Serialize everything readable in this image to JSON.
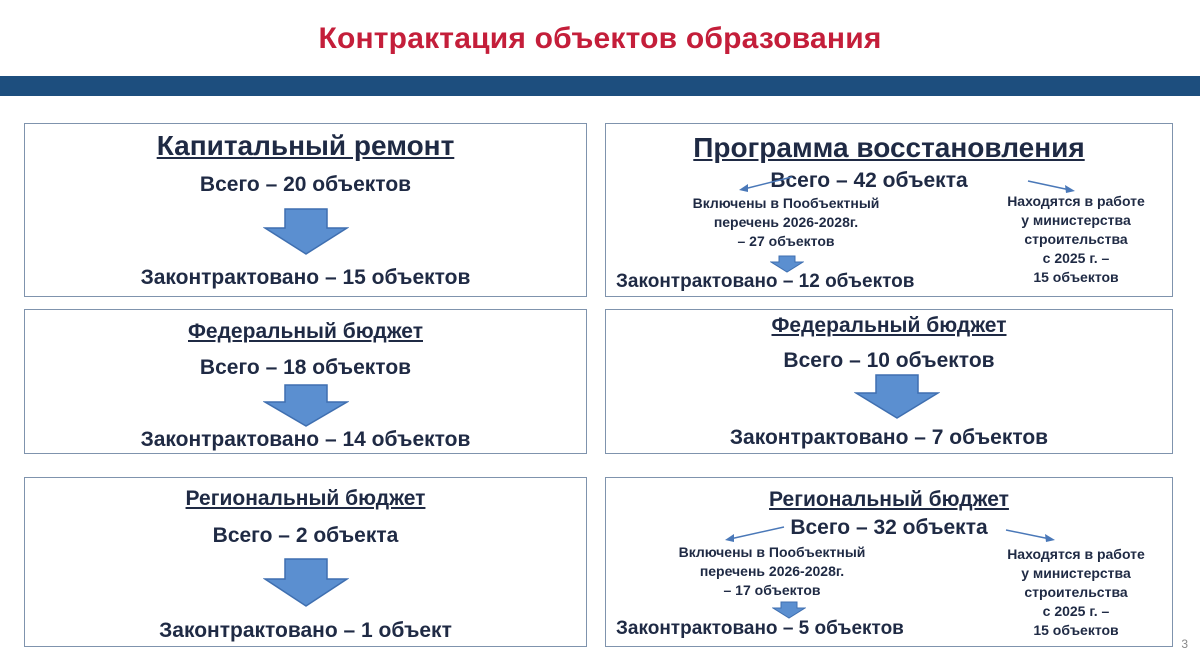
{
  "title": "Контрактация объектов образования",
  "left": {
    "box1": {
      "heading": "Капитальный ремонт",
      "total": "Всего – 20 объектов",
      "contracted": "Законтрактовано – 15 объектов"
    },
    "box2": {
      "heading": "Федеральный бюджет",
      "total": "Всего – 18 объектов",
      "contracted": "Законтрактовано – 14 объектов"
    },
    "box3": {
      "heading": "Региональный бюджет",
      "total": "Всего – 2 объекта",
      "contracted": "Законтрактовано – 1 объект"
    }
  },
  "right": {
    "box1": {
      "heading": "Программа восстановления",
      "total": "Всего – 42 объекта",
      "included_lines": [
        "Включены в Пообъектный",
        "перечень 2026-2028г.",
        "– 27 объектов"
      ],
      "ministry_lines": [
        "Находятся в работе",
        "у министерства",
        "строительства",
        "с 2025 г. –",
        "15 объектов"
      ],
      "contracted": "Законтрактовано – 12 объектов"
    },
    "box2": {
      "heading": "Федеральный бюджет",
      "total": "Всего – 10 объектов",
      "contracted": "Законтрактовано – 7 объектов"
    },
    "box3": {
      "heading": "Региональный бюджет",
      "total": "Всего – 32 объекта",
      "included_lines": [
        "Включены в Пообъектный",
        "перечень 2026-2028г.",
        "– 17 объектов"
      ],
      "ministry_lines": [
        "Находятся в работе",
        "у министерства",
        "строительства",
        "с 2025 г. –",
        "15 объектов"
      ],
      "contracted": "Законтрактовано – 5 объектов"
    }
  },
  "slide_number": "3",
  "colors": {
    "title": "#c41e3a",
    "band": "#1d4e7e",
    "arrow_fill": "#5b8fd0",
    "arrow_stroke": "#3f6fb0",
    "text": "#1f2a44",
    "box_border": "#7f93ad"
  }
}
